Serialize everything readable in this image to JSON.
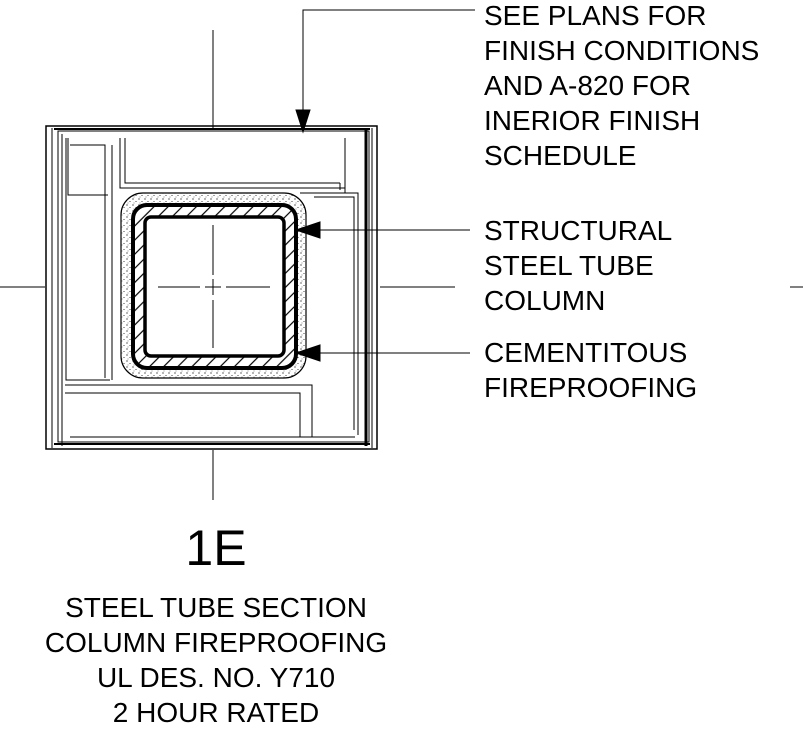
{
  "callouts": {
    "finish_note": [
      "SEE PLANS FOR",
      "FINISH CONDITIONS",
      "AND A-820 FOR",
      "INERIOR FINISH",
      "SCHEDULE"
    ],
    "steel_tube": [
      "STRUCTURAL",
      "STEEL TUBE",
      "COLUMN"
    ],
    "fireproofing": [
      "CEMENTITOUS",
      "FIREPROOFING"
    ]
  },
  "detail": {
    "number": "1E",
    "title_lines": [
      "STEEL TUBE SECTION",
      "COLUMN FIREPROOFING",
      "UL DES. NO. Y710",
      "2 HOUR RATED"
    ]
  },
  "colors": {
    "line": "#000000",
    "background": "#ffffff"
  }
}
